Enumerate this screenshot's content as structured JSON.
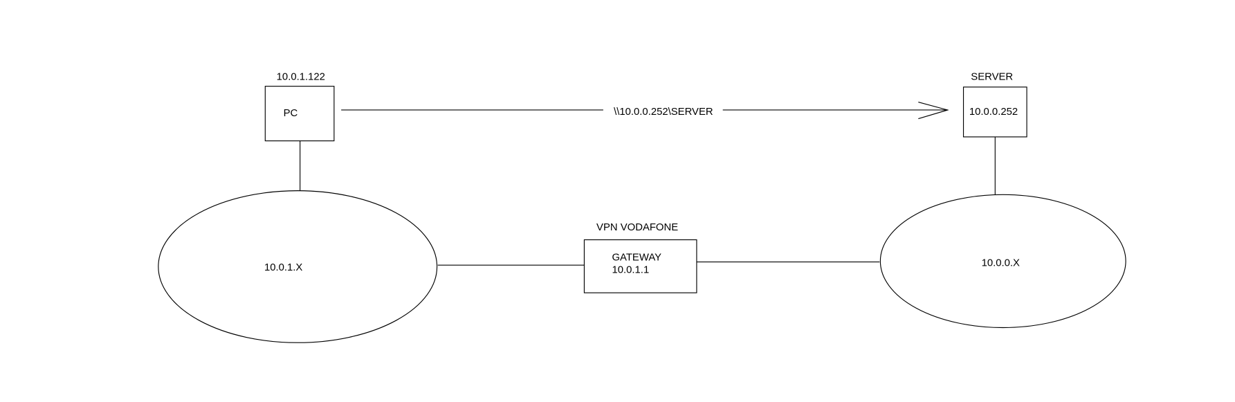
{
  "pc": {
    "ip_label": "10.0.1.122",
    "name": "PC"
  },
  "link": {
    "label": "\\\\10.0.0.252\\SERVER"
  },
  "server": {
    "title": "SERVER",
    "ip": "10.0.0.252"
  },
  "left_network": {
    "label": "10.0.1.X"
  },
  "right_network": {
    "label": "10.0.0.X"
  },
  "gateway": {
    "title": "VPN VODAFONE",
    "name": "GATEWAY",
    "ip": "10.0.1.1"
  },
  "colors": {
    "stroke": "#000000",
    "background": "#ffffff"
  }
}
